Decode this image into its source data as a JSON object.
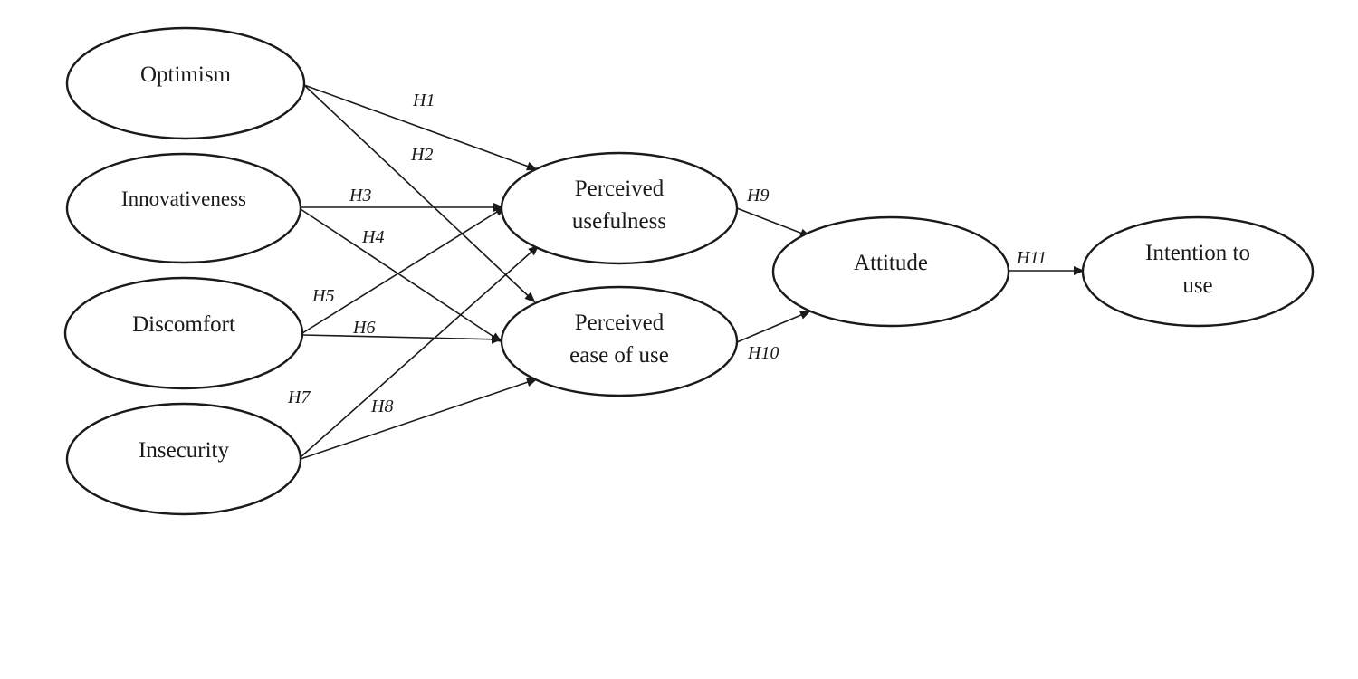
{
  "nodes": {
    "optimism": {
      "label": "Optimism"
    },
    "innovativeness": {
      "label": "Innovativeness"
    },
    "discomfort": {
      "label": "Discomfort"
    },
    "insecurity": {
      "label": "Insecurity"
    },
    "usefulness": {
      "line1": "Perceived",
      "line2": "usefulness"
    },
    "ease": {
      "line1": "Perceived",
      "line2": "ease of use"
    },
    "attitude": {
      "label": "Attitude"
    },
    "intention": {
      "line1": "Intention to",
      "line2": "use"
    }
  },
  "edges": {
    "h1": "H1",
    "h2": "H2",
    "h3": "H3",
    "h4": "H4",
    "h5": "H5",
    "h6": "H6",
    "h7": "H7",
    "h8": "H8",
    "h9": "H9",
    "h10": "H10",
    "h11": "H11"
  },
  "colors": {
    "stroke": "#1a1a1a",
    "background": "#ffffff"
  }
}
